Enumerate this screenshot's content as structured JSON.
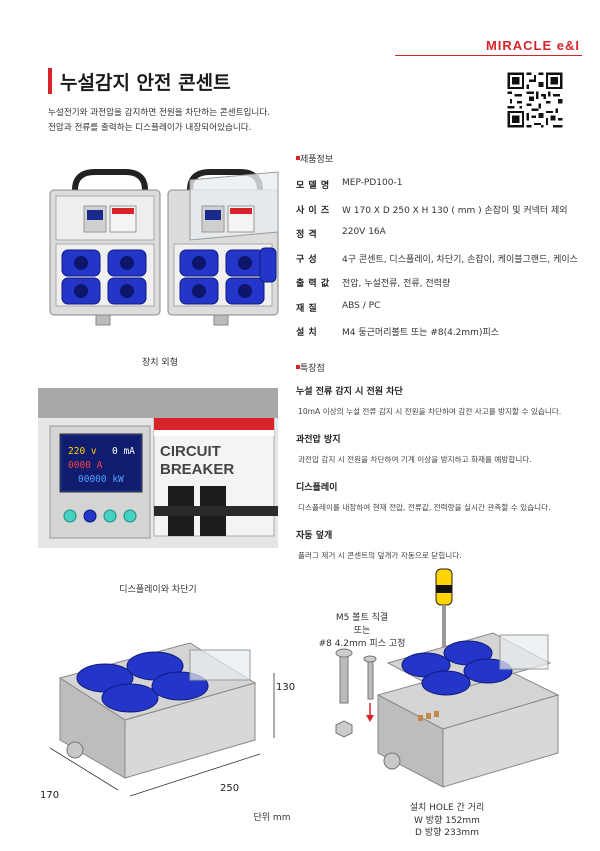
{
  "brand": {
    "logo_text": "MIRACLE e&I",
    "accent": "#d8232a"
  },
  "header": {
    "title": "누설감지 안전 콘센트",
    "intro_lines": [
      "누설전기와 과전압을 감지하면 전원을 차단하는 콘센트입니다.",
      "전압과 전류를 출력하는 디스플레이가 내장되어있습니다."
    ]
  },
  "spec": {
    "heading": "제품정보",
    "rows": [
      {
        "label": "모 델 명",
        "value": "MEP-PD100-1"
      },
      {
        "label": "사 이 즈",
        "value": "W 170 X D 250 X  H 130 ( mm ) 손잡이 및 커넥터 제외"
      },
      {
        "label": "정    격",
        "value": "220V 16A"
      },
      {
        "label": "구    성",
        "value": "4구 콘센트, 디스플레이, 차단기, 손잡이, 케이블그랜드, 케이스"
      },
      {
        "label": "출 력 값",
        "value": "전압, 누설전류, 전류, 전력량"
      },
      {
        "label": "재    질",
        "value": "ABS / PC"
      },
      {
        "label": "설    치",
        "value": "M4 둥근머리볼트 또는 #8(4.2mm)피스"
      }
    ]
  },
  "features": {
    "heading": "특장점",
    "items": [
      {
        "title": "누설 전류 감지 시 전원 차단",
        "desc": "10mA 이상의 누설 전류 감지 시 전원을 차단하여 감전 사고를 방지할 수 있습니다."
      },
      {
        "title": "과전압 방지",
        "desc": "과전압 감지 시 전원을 차단하여 기계 이상을 방지하고 화재를 예방합니다."
      },
      {
        "title": "디스플레이",
        "desc": "디스플레이를 내장하여 현재 전압, 전류값, 전력량을 실시간 관측할 수 있습니다."
      },
      {
        "title": "자동 덮개",
        "desc": "플러그 제거 시 콘센트의 덮개가 자동으로 닫힙니다."
      }
    ]
  },
  "captions": {
    "exterior": "장치 외형",
    "display_breaker": "디스플레이와 차단기",
    "unit": "단위 mm"
  },
  "display": {
    "voltage": "220 v",
    "current": "0 mA",
    "amps": "0000 A",
    "power": "00000 kW"
  },
  "breaker_label": {
    "line1": "CIRCUIT",
    "line2": "BREAKER"
  },
  "dimensions": {
    "height": "130",
    "width": "250",
    "depth": "170"
  },
  "install": {
    "bolt_note": [
      "M5 볼트 직결",
      "또는",
      "#8 4.2mm 피스 고정"
    ],
    "hole_note": [
      "설치 HOLE 간 거리",
      "W 방향 152mm",
      "D 방향 233mm"
    ]
  },
  "colors": {
    "socket_blue": "#2436c9",
    "case_gray": "#c9c9c9",
    "lcd_bg": "#1a2a8c"
  }
}
